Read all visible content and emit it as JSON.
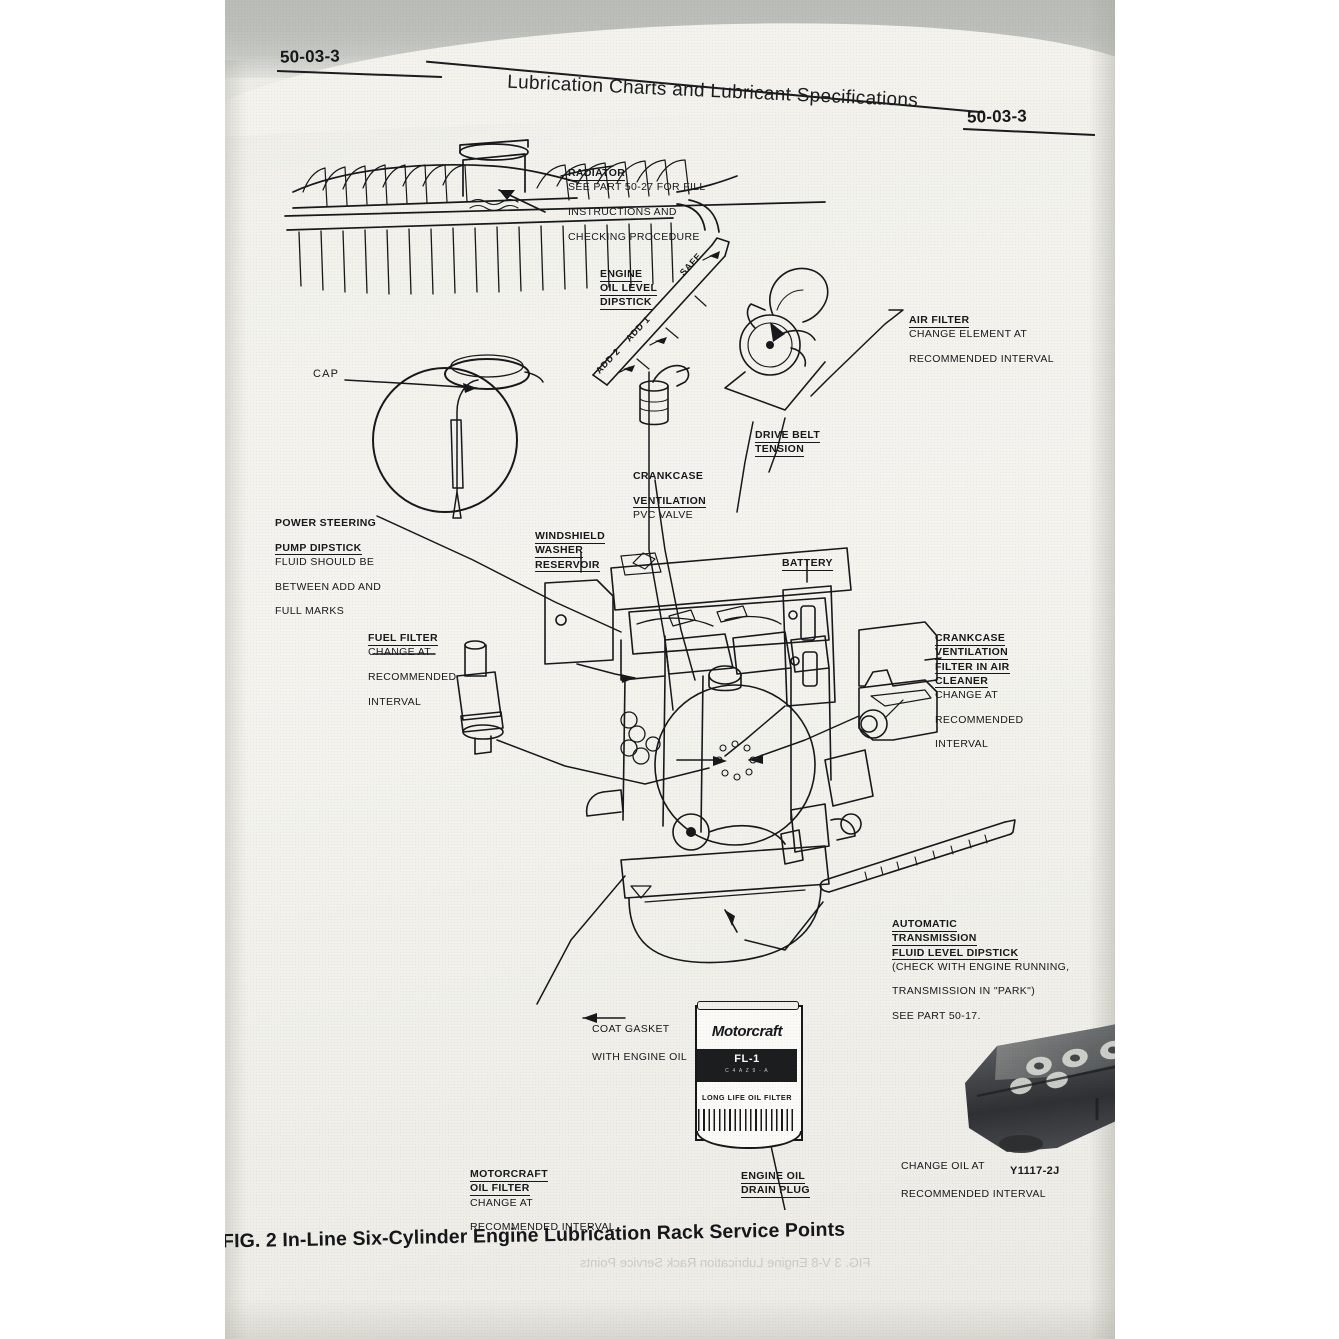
{
  "page": {
    "folio_left": "50-03-3",
    "folio_right": "50-03-3",
    "running_head": "Lubrication Charts and Lubricant Specifications",
    "figure_caption": "FIG. 2  In-Line Six-Cylinder Engine Lubrication Rack Service Points",
    "part_number": "Y1117-2J",
    "ghost_caption": "FIG. 3  V-8 Engine Lubrication Rack Service Points"
  },
  "callouts": {
    "radiator": {
      "title": "RADIATOR",
      "lines": [
        "SEE PART 50-27 FOR FILL",
        "INSTRUCTIONS AND",
        "CHECKING PROCEDURE"
      ]
    },
    "engine_oil_dipstick": {
      "title": [
        "ENGINE",
        "OIL LEVEL",
        "DIPSTICK"
      ],
      "marks": [
        "SAFE",
        "ADD 1",
        "ADD 2"
      ]
    },
    "air_filter": {
      "title": "AIR FILTER",
      "lines": [
        "CHANGE ELEMENT AT",
        "RECOMMENDED INTERVAL"
      ]
    },
    "drive_belt_tension": {
      "title": [
        "DRIVE BELT",
        "TENSION"
      ]
    },
    "cap": {
      "title": "CAP"
    },
    "crankcase_ventilation": {
      "title": [
        "CRANKCASE",
        "VENTILATION"
      ],
      "lines": [
        "PVC VALVE"
      ]
    },
    "power_steering": {
      "title": [
        "POWER STEERING",
        "PUMP DIPSTICK"
      ],
      "lines": [
        "FLUID SHOULD BE",
        "BETWEEN ADD AND",
        "FULL MARKS"
      ]
    },
    "windshield_washer": {
      "title": [
        "WINDSHIELD",
        "WASHER",
        "RESERVOIR"
      ]
    },
    "battery": {
      "title": "BATTERY"
    },
    "fuel_filter": {
      "title": "FUEL FILTER",
      "lines": [
        "CHANGE AT",
        "RECOMMENDED",
        "INTERVAL"
      ]
    },
    "crankcase_filter_air_cleaner": {
      "title": [
        "CRANKCASE",
        "VENTILATION",
        "FILTER IN AIR",
        "CLEANER"
      ],
      "lines": [
        "CHANGE AT",
        "RECOMMENDED",
        "INTERVAL"
      ]
    },
    "auto_trans_dipstick": {
      "title": [
        "AUTOMATIC",
        "TRANSMISSION",
        "FLUID LEVEL DIPSTICK"
      ],
      "lines": [
        "(CHECK WITH ENGINE RUNNING,",
        " TRANSMISSION IN \"PARK\")",
        "SEE PART 50-17."
      ]
    },
    "coat_gasket": {
      "lines": [
        "COAT GASKET",
        "WITH ENGINE OIL"
      ]
    },
    "motorcraft_oil_filter": {
      "title": [
        "MOTORCRAFT",
        "OIL FILTER"
      ],
      "lines": [
        "CHANGE AT",
        "RECOMMENDED INTERVAL"
      ]
    },
    "engine_oil_drain_plug": {
      "title": [
        "ENGINE OIL",
        "DRAIN PLUG"
      ]
    },
    "change_oil": {
      "lines": [
        "CHANGE OIL AT",
        "RECOMMENDED INTERVAL"
      ]
    }
  },
  "oil_can": {
    "brand": "Motorcraft",
    "code": "FL-1",
    "sub": "C 4 A Z 9 - A",
    "description": "LONG LIFE OIL FILTER"
  },
  "colors": {
    "ink": "#16181a",
    "paper": "#f3f2ed",
    "shadow_band": "#bcbfba"
  }
}
